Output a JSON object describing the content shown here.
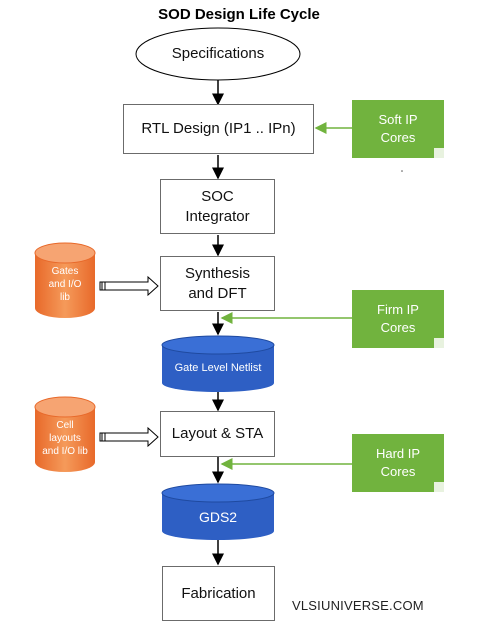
{
  "title": "SOD Design Life Cycle",
  "flow": {
    "specifications": "Specifications",
    "rtl_design": "RTL Design (IP1 .. IPn)",
    "soc_integrator": [
      "SOC",
      "Integrator"
    ],
    "synthesis_dft": [
      "Synthesis",
      "and DFT"
    ],
    "gate_level_netlist": "Gate Level Netlist",
    "layout_sta": "Layout & STA",
    "gds2": "GDS2",
    "fabrication": "Fabrication"
  },
  "inputs": {
    "gates_io_lib": [
      "Gates",
      "and I/O",
      "lib"
    ],
    "cell_layouts_io_lib": [
      "Cell",
      "layouts",
      "and I/O lib"
    ]
  },
  "ip_cores": {
    "soft_ip": [
      "Soft IP",
      "Cores"
    ],
    "firm_ip": [
      "Firm IP",
      "Cores"
    ],
    "hard_ip": [
      "Hard IP",
      "Cores"
    ]
  },
  "watermark": "VLSIUNIVERSE.COM",
  "colors": {
    "ip_note_green": "#71b33e",
    "orange_cylinder": "#ef7d3a",
    "blue_cylinder": "#2e5fc4",
    "arrow_black": "#000000",
    "arrow_green": "#71b33e"
  }
}
